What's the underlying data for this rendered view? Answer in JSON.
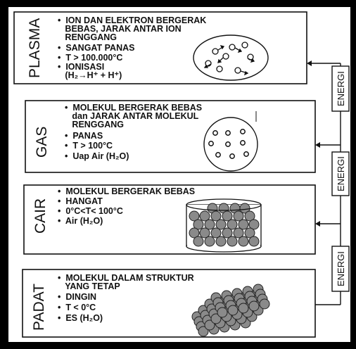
{
  "states": [
    {
      "id": "plasma",
      "name": "PLASMA",
      "lines": [
        "•  ION DAN ELEKTRON BERGERAK",
        "   BEBAS, JARAK ANTAR ION",
        "   RENGGANG",
        "•  SANGAT PANAS",
        "•  T > 100.000°C",
        "•  IONISASI",
        "   (H₂→H⁺ + H⁺)"
      ]
    },
    {
      "id": "gas",
      "name": "GAS",
      "lines": [
        "•  MOLEKUL BERGERAK BEBAS",
        "   dan JARAK ANTAR MOLEKUL",
        "   RENGGANG",
        "•  PANAS",
        "•  T > 100°C",
        "•  Uap Air (H₂O)"
      ]
    },
    {
      "id": "cair",
      "name": "CAIR",
      "lines": [
        "•  MOLEKUL BERGERAK BEBAS",
        "•  HANGAT",
        "•  0°C<T< 100°C",
        "•  Air (H₂O)"
      ]
    },
    {
      "id": "padat",
      "name": "PADAT",
      "lines": [
        "•  MOLEKUL DALAM STRUKTUR",
        "   YANG TETAP",
        "•  DINGIN",
        "•  T < 0°C",
        "•  ES (H₂O)"
      ]
    }
  ],
  "energi_label": "ENERGI",
  "colors": {
    "frame": "#000000",
    "ink": "#111111",
    "particle_fill": "#8a8a8a"
  }
}
